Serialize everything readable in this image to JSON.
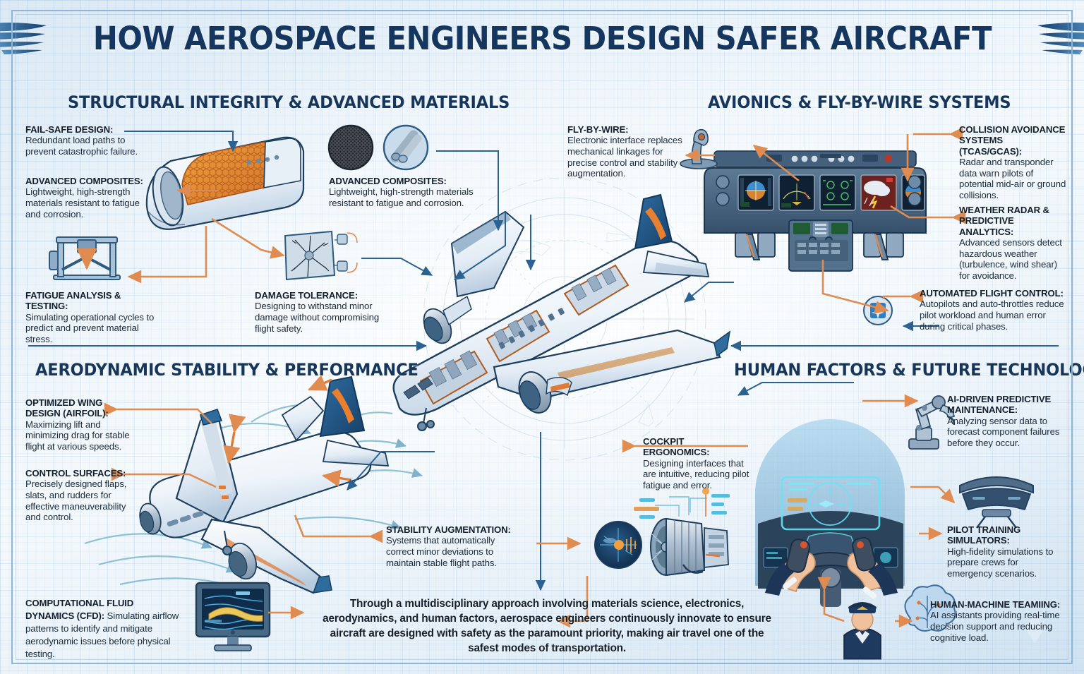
{
  "header": {
    "title": "HOW AEROSPACE ENGINEERS DESIGN SAFER AIRCRAFT",
    "left_wing_icon": "wing-emblem-icon",
    "right_wing_icon": "wing-emblem-icon"
  },
  "sections": {
    "structural": {
      "title": "STRUCTURAL INTEGRITY & ADVANCED MATERIALS"
    },
    "avionics": {
      "title": "AVIONICS & FLY-BY-WIRE SYSTEMS"
    },
    "aero": {
      "title": "AERODYNAMIC STABILITY & PERFORMANCE"
    },
    "human": {
      "title": "HUMAN FACTORS & FUTURE TECHNOLOGIES"
    }
  },
  "callouts": {
    "fail_safe": {
      "title": "FAIL-SAFE DESIGN:",
      "body": "Redundant load paths to prevent catastrophic failure."
    },
    "advanced_composites_left": {
      "title": "ADVANCED COMPOSITES:",
      "body": "Lightweight, high-strength materials resistant to fatigue and corrosion."
    },
    "advanced_composites_mid": {
      "title": "ADVANCED COMPOSITES:",
      "body": "Lightweight, high-strength materials resistant to fatigue and corrosion."
    },
    "fatigue": {
      "title": "FATIGUE ANALYSIS & TESTING:",
      "body": "Simulating operational cycles to predict and prevent material stress."
    },
    "damage_tolerance": {
      "title": "DAMAGE TOLERANCE:",
      "body": "Designing to withstand minor damage without compromising flight safety."
    },
    "fly_by_wire": {
      "title": "FLY-BY-WIRE:",
      "body": "Electronic interface replaces mechanical linkages for precise control and stability augmentation."
    },
    "collision_avoidance": {
      "title": "COLLISION AVOIDANCE SYSTEMS (TCAS/GCAS):",
      "body": "Radar and transponder data warn pilots of potential mid-air or ground collisions."
    },
    "weather_radar": {
      "title": "WEATHER RADAR & PREDICTIVE ANALYTICS:",
      "body": "Advanced sensors detect hazardous weather (turbulence, wind shear) for avoidance."
    },
    "automated_flight_control": {
      "title": "AUTOMATED FLIGHT CONTROL:",
      "body": "Autopilots and auto-throttles reduce pilot workload and human error during critical phases."
    },
    "optimized_wing": {
      "title": "OPTIMIZED WING DESIGN (AIRFOIL):",
      "body": "Maximizing lift and minimizing drag for stable flight at various speeds."
    },
    "control_surfaces": {
      "title": "CONTROL SURFACES:",
      "body": "Precisely designed flaps, slats, and rudders for effective maneuverability and control."
    },
    "cfd": {
      "title": "COMPUTATIONAL FLUID DYNAMICS (CFD):",
      "body": " Simulating airflow patterns to identify and mitigate aerodynamic issues before physical testing."
    },
    "stability_augmentation": {
      "title": "STABILITY AUGMENTATION:",
      "body": "Systems that automatically correct minor deviations to maintain stable flight paths."
    },
    "cockpit_ergonomics": {
      "title": "COCKPIT ERGONOMICS:",
      "body": "Designing interfaces that are intuitive, reducing pilot fatigue and error."
    },
    "ai_predictive": {
      "title": "AI-DRIVEN PREDICTIVE MAINTENANCE:",
      "body": "Analyzing sensor data to forecast component failures before they occur."
    },
    "pilot_training": {
      "title": "PILOT TRAINING SIMULATORS:",
      "body": "High-fidelity simulations to prepare crews for emergency scenarios."
    },
    "human_machine": {
      "title": "HUMAN-MACHINE TEAMIING:",
      "body": "AI assistants providing real-time decision support and reducing cognitive load."
    }
  },
  "conclusion": {
    "text": "Through a multidisciplinary approach involving materials science, electronics, aerodynamics, and human factors, aerospace engineers continuously innovate to ensure aircraft are designed with safety as the paramount priority, making air travel one of the safest modes of transportation."
  },
  "figures": {
    "fuselage_cutaway": "fuselage-honeycomb-cutaway-illustration",
    "carbon_weave_swatch": "carbon-fiber-weave-swatch-icon",
    "metal_tubes_swatch": "metal-tubes-swatch-icon",
    "fatigue_rig": "fatigue-test-rig-illustration",
    "damage_panel": "cracked-panel-damage-illustration",
    "central_aircraft": "aircraft-cutaway-illustration",
    "cockpit_panel": "cockpit-instrument-panel-illustration",
    "sidestick": "sidestick-joystick-illustration",
    "autopilot_badge": "autopilot-badge-icon",
    "aero_aircraft": "aircraft-airflow-illustration",
    "cfd_monitor": "cfd-monitor-illustration",
    "engine_sensor": "engine-sensor-disc-icon",
    "jet_engine": "jet-engine-illustration",
    "hud_cockpit": "hud-yoke-hands-illustration",
    "robot_arm": "robotic-arm-icon",
    "simulator_dome": "flight-simulator-dome-icon",
    "pilot_avatar": "pilot-avatar-icon",
    "brain_icon": "ai-brain-icon"
  },
  "colors": {
    "title_blue": "#15375f",
    "heading_blue": "#16365c",
    "arrow_blue": "#2c6291",
    "arrow_orange": "#e08b4f",
    "body_text": "#1d2a37",
    "frame_blue": "#8fb6d6",
    "accent_orange": "#e07b35",
    "panel_steel": "#7fa0bd"
  }
}
